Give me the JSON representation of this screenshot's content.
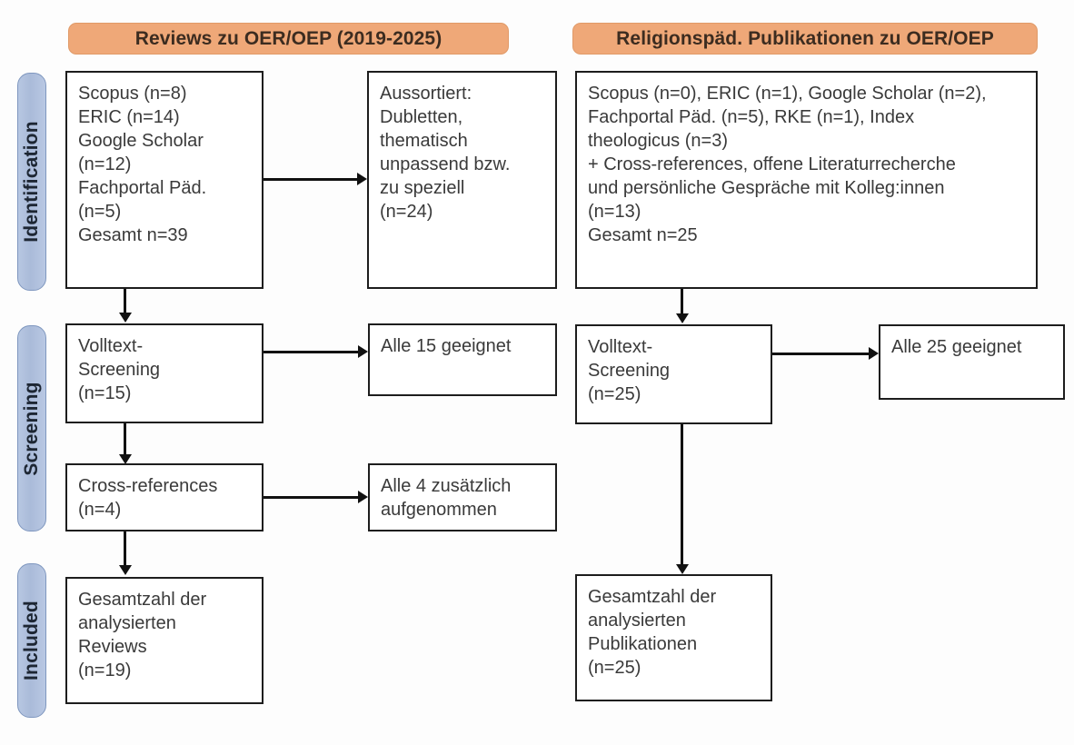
{
  "diagram": {
    "type": "prisma-flow-diagram",
    "phases": [
      {
        "key": "identification",
        "label": "Identification"
      },
      {
        "key": "screening",
        "label": "Screening"
      },
      {
        "key": "included",
        "label": "Included"
      }
    ],
    "columns": [
      {
        "key": "reviews",
        "header": "Reviews zu OER/OEP (2019-2025)"
      },
      {
        "key": "publikationen",
        "header": "Religionspäd. Publikationen zu OER/OEP"
      }
    ],
    "colors": {
      "phase_bar_fill": "#b0c1de",
      "phase_bar_border": "#7f97bf",
      "header_fill": "#efa878",
      "header_border": "#e09a68",
      "box_border": "#1d1d1d",
      "box_fill": "#ffffff",
      "text": "#3a3a3a",
      "connector": "#111111"
    },
    "boxes": {
      "left_identification": {
        "lines": [
          "Scopus (n=8)",
          "ERIC (n=14)",
          "Google Scholar",
          "(n=12)",
          "Fachportal Päd.",
          "(n=5)",
          "Gesamt n=39"
        ]
      },
      "left_excluded": {
        "lines": [
          "Aussortiert:",
          "Dubletten,",
          "thematisch",
          "unpassend bzw.",
          "zu speziell",
          "(n=24)"
        ]
      },
      "left_screening": {
        "lines": [
          "Volltext-",
          "Screening",
          "(n=15)"
        ]
      },
      "left_screening_result": {
        "lines": [
          "Alle 15 geeignet"
        ]
      },
      "left_crossrefs": {
        "lines": [
          "Cross-references",
          "(n=4)"
        ]
      },
      "left_crossrefs_result": {
        "lines": [
          "Alle 4 zusätzlich",
          "aufgenommen"
        ]
      },
      "left_included": {
        "lines": [
          "Gesamtzahl der",
          "analysierten",
          "Reviews",
          "(n=19)"
        ]
      },
      "right_identification": {
        "lines": [
          "Scopus (n=0), ERIC (n=1), Google Scholar (n=2),",
          "Fachportal Päd. (n=5), RKE (n=1), Index",
          "theologicus (n=3)",
          "+ Cross-references, offene Literaturrecherche",
          "und persönliche Gespräche mit Kolleg:innen",
          "(n=13)",
          "Gesamt n=25"
        ]
      },
      "right_screening": {
        "lines": [
          "Volltext-",
          "Screening",
          "(n=25)"
        ]
      },
      "right_screening_result": {
        "lines": [
          "Alle 25 geeignet"
        ]
      },
      "right_included": {
        "lines": [
          "Gesamtzahl der",
          "analysierten",
          "Publikationen",
          "(n=25)"
        ]
      }
    }
  }
}
